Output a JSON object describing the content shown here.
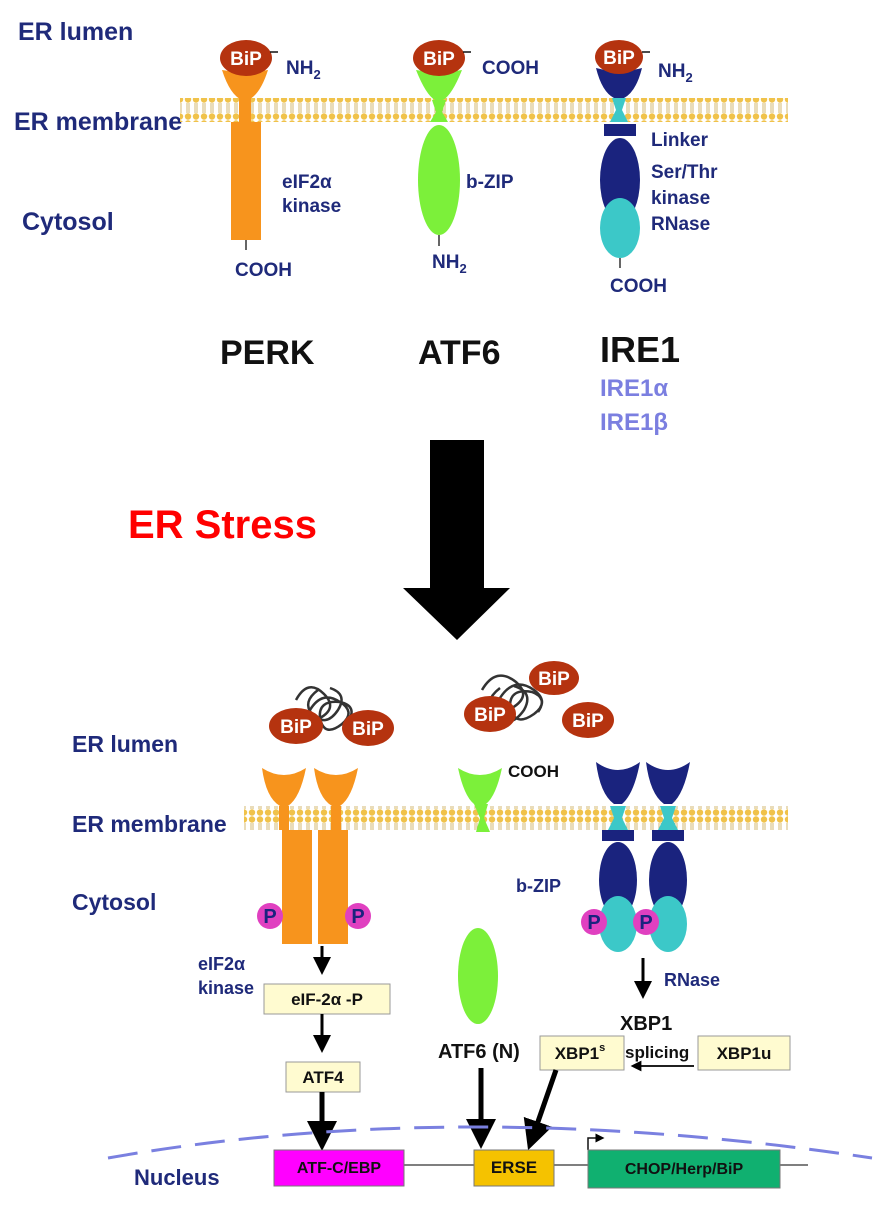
{
  "top": {
    "region_labels": {
      "lumen": "ER lumen",
      "membrane": "ER membrane",
      "cytosol": "Cytosol"
    },
    "bip": "BiP",
    "perk": {
      "n_term": "NH",
      "n_sub": "2",
      "domain_1": "eIF2α",
      "domain_2": "kinase",
      "c_term": "COOH",
      "name": "PERK"
    },
    "atf6": {
      "c_term": "COOH",
      "domain": "b-ZIP",
      "n_term": "NH",
      "n_sub": "2",
      "name": "ATF6"
    },
    "ire1": {
      "n_term": "NH",
      "n_sub": "2",
      "linker": "Linker",
      "kinase_1": "Ser/Thr",
      "kinase_2": "kinase",
      "rnase": "RNase",
      "c_term": "COOH",
      "name": "IRE1",
      "isoform_a": "IRE1α",
      "isoform_b": "IRE1β"
    }
  },
  "stress_label": "ER Stress",
  "bottom": {
    "region_labels": {
      "lumen": "ER lumen",
      "membrane": "ER membrane",
      "cytosol": "Cytosol",
      "nucleus": "Nucleus"
    },
    "bip": "BiP",
    "phospho": "P",
    "atf6_cooh": "COOH",
    "bzip": "b-ZIP",
    "eif2_label_1": "eIF2α",
    "eif2_label_2": "kinase",
    "eif2p_box": "eIF-2α -P",
    "atf4_box": "ATF4",
    "atf6n_label": "ATF6 (N)",
    "xbp1s_box": "XBP1",
    "xbp1s_sup": "s",
    "xbp1_title": "XBP1",
    "splicing": "splicing",
    "xbp1u_box": "XBP1u",
    "rnase": "RNase",
    "atfc_box": "ATF-C/EBP",
    "erse_box": "ERSE",
    "chop_box": "CHOP/Herp/BiP"
  },
  "colors": {
    "perk": "#f7941d",
    "atf6": "#7cf03a",
    "ire1_dark": "#1a237e",
    "ire1_light": "#3cc8c8",
    "bip": "#b5330f",
    "stress": "#ff0000",
    "label": "#1f2a7a",
    "atfc": "#ff00ff",
    "erse": "#f5c200",
    "chop": "#10b070",
    "box": "#fffbd0"
  }
}
